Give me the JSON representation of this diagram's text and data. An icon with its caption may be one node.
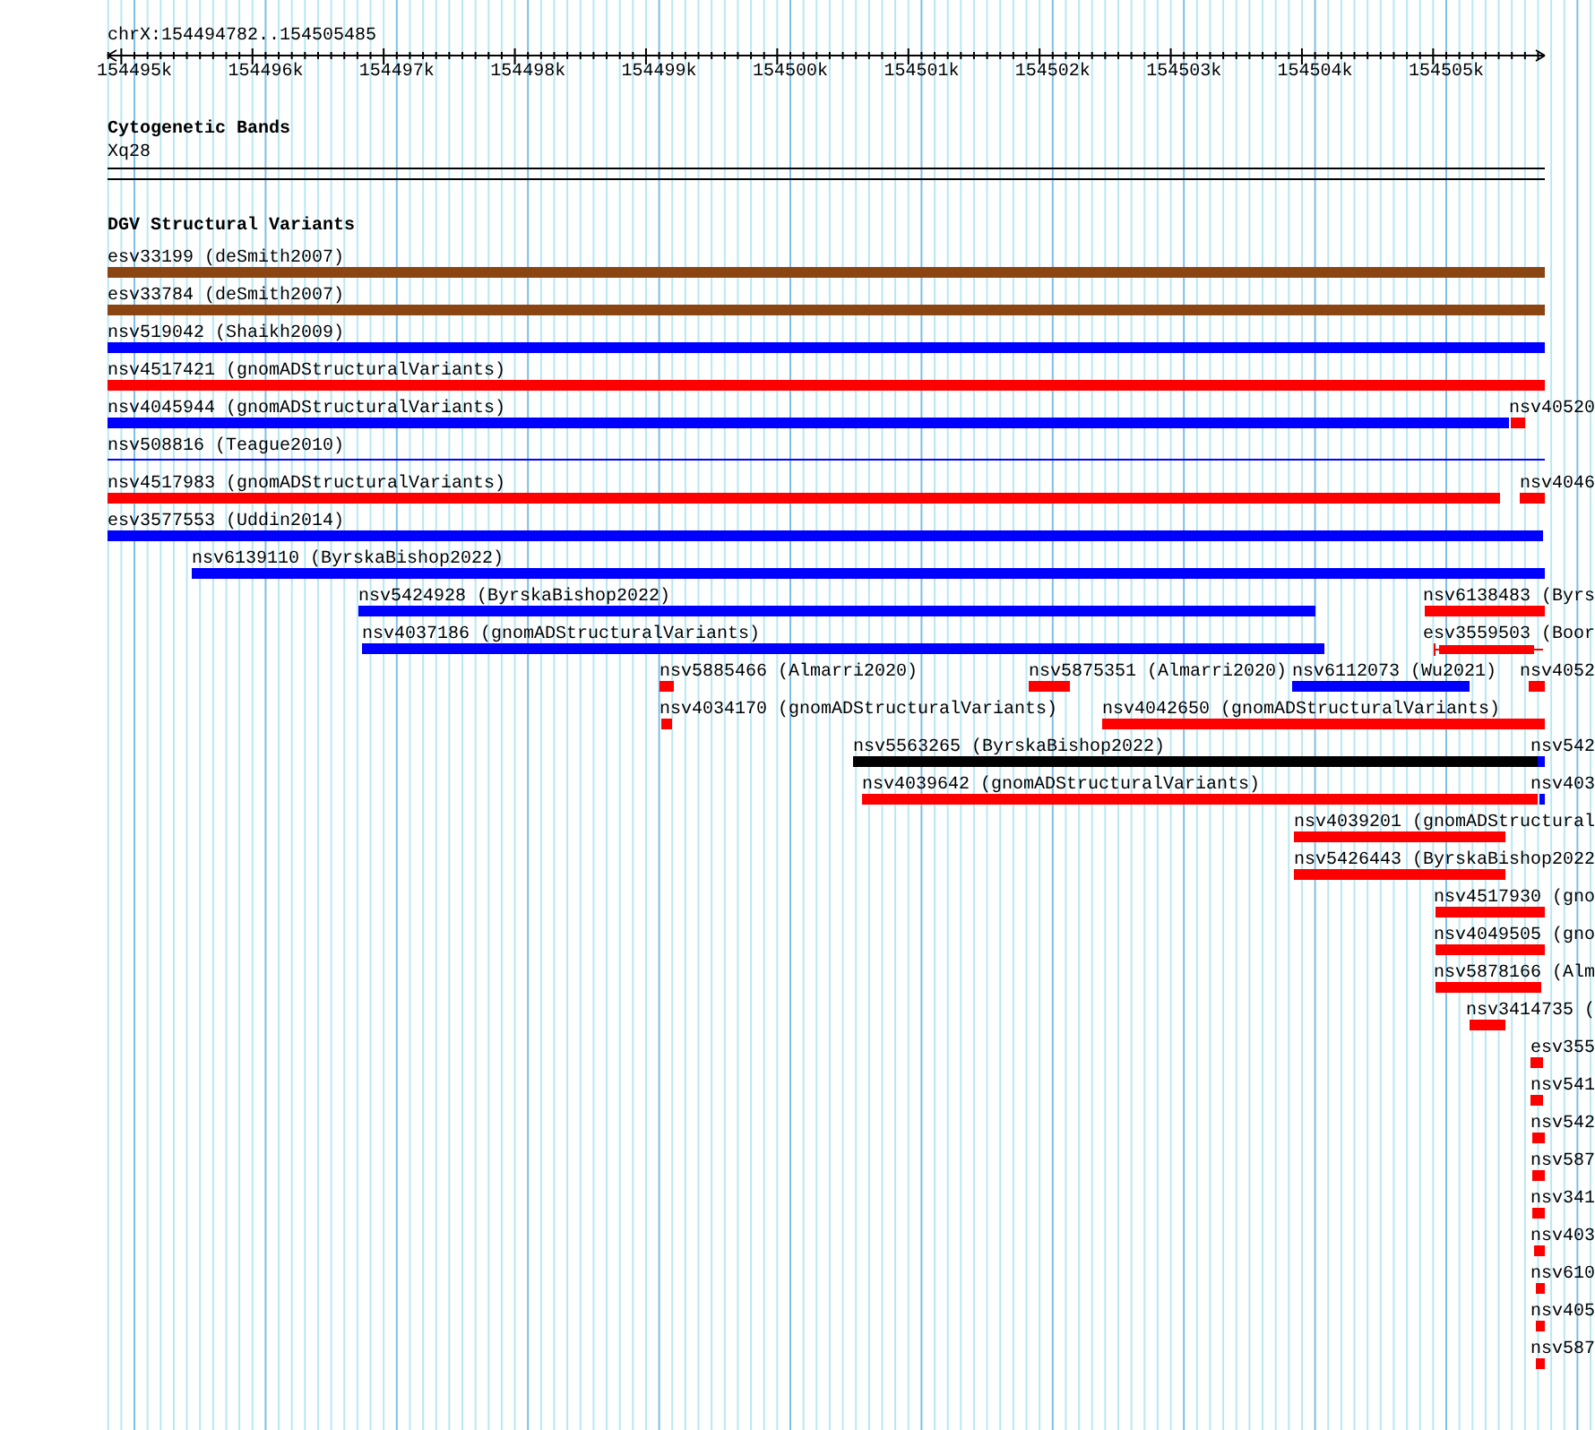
{
  "diagram": {
    "nodes": [
      {
        "text": [
          "esv33199 (deSmith2007)"
        ]
      },
      {
        "text": [
          "esv33784 (deSmith2007)"
        ]
      },
      {
        "text": [
          "nsv519042 (Shaikh2009)"
        ]
      },
      {
        "text": [
          "nsv4517421 (gnomADStructuralVariants)"
        ]
      },
      {
        "text": [
          "nsv4045944 (gnomADStructuralVariants)"
        ]
      },
      {
        "text": [
          "nsv40520"
        ]
      },
      {
        "text": [
          "nsv508816 (Teague2010)"
        ]
      },
      {
        "text": [
          "nsv4517983 (gnomADStructuralVariants)"
        ]
      },
      {
        "text": [
          "nsv4046"
        ]
      },
      {
        "text": [
          "esv3577553 (Uddin2014)"
        ]
      },
      {
        "text": [
          "nsv6139110 (ByrskaBishop2022)"
        ]
      },
      {
        "text": [
          "nsv5424928 (ByrskaBishop2022)"
        ]
      },
      {
        "text": [
          "nsv6138483 (Byrs"
        ]
      },
      {
        "text": [
          "nsv4037186 (gnomADStructuralVariants)"
        ]
      },
      {
        "text": [
          "esv3559503 (Boor"
        ]
      },
      {
        "text": [
          "nsv5885466 (Almarri2020)"
        ]
      },
      {
        "text": [
          "nsv5875351 (Almarri2020)"
        ]
      },
      {
        "text": [
          "nsv6112073 (Wu2021)"
        ]
      },
      {
        "text": [
          "nsv4052"
        ]
      },
      {
        "text": [
          "nsv4034170 (gnomADStructuralVariants)"
        ]
      },
      {
        "text": [
          "nsv4042650 (gnomADStructuralVariants)"
        ]
      },
      {
        "text": [
          "nsv5563265 (ByrskaBishop2022)"
        ]
      },
      {
        "text": [
          "nsv542"
        ]
      },
      {
        "text": [
          "nsv4039642 (gnomADStructuralVariants)"
        ]
      },
      {
        "text": [
          "nsv403"
        ]
      },
      {
        "text": [
          "nsv4039201 (gnomADStructural"
        ]
      },
      {
        "text": [
          "nsv5426443 (ByrskaBishop2022"
        ]
      },
      {
        "text": [
          "nsv4517930 (gno"
        ]
      },
      {
        "text": [
          "nsv4049505 (gno"
        ]
      },
      {
        "text": [
          "nsv5878166 (Alm"
        ]
      },
      {
        "text": [
          "nsv3414735 ("
        ]
      },
      {
        "text": [
          "esv355"
        ]
      },
      {
        "text": [
          "nsv541"
        ]
      },
      {
        "text": [
          "nsv542"
        ]
      },
      {
        "text": [
          "nsv587"
        ]
      },
      {
        "text": [
          "nsv341"
        ]
      },
      {
        "text": [
          "nsv403"
        ]
      },
      {
        "text": [
          "nsv610"
        ]
      },
      {
        "text": [
          "nsv405"
        ]
      },
      {
        "text": [
          "nsv587"
        ]
      }
    ],
    "labels": [
      "chrX:154494782..154505485",
      "154495k",
      "154496k",
      "154497k",
      "154498k",
      "154499k",
      "154500k",
      "154501k",
      "154502k",
      "154503k",
      "154504k",
      "154505k",
      "Cytogenetic Bands",
      "Xq28",
      "DGV Structural Variants"
    ]
  }
}
